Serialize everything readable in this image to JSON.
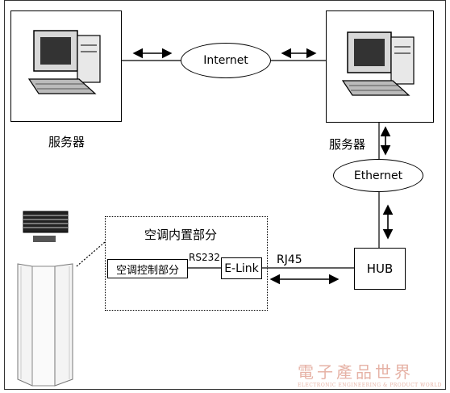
{
  "server_left": {
    "label": "服务器"
  },
  "server_right": {
    "label": "服务器"
  },
  "internet": {
    "label": "Internet"
  },
  "ethernet": {
    "label": "Ethernet"
  },
  "hub": {
    "label": "HUB"
  },
  "builtin_section": {
    "title": "空调内置部分"
  },
  "ac_control": {
    "label": "空调控制部分"
  },
  "rs232": {
    "label": "RS232"
  },
  "elink": {
    "label": "E-Link"
  },
  "rj45": {
    "label": "RJ45"
  },
  "watermark": {
    "text": "電子產品世界",
    "subtext": "ELECTRONIC ENGINEERING & PRODUCT WORLD"
  }
}
